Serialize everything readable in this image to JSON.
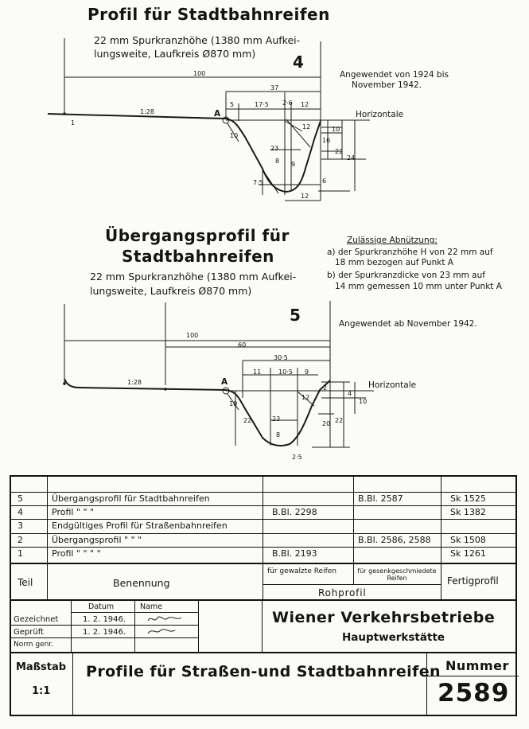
{
  "profile4": {
    "title": "Profil für Stadtbahnreifen",
    "subtitle_line1": "22 mm Spurkranzhöhe (1380 mm Aufkei-",
    "subtitle_line2": "lungsweite, Laufkreis Ø870 mm)",
    "number": "4",
    "applied_line1": "Angewendet von 1924 bis",
    "applied_line2": "November 1942.",
    "horizontal_label": "Horizontale",
    "point_label": "A",
    "slope_label": "1:28",
    "dims": {
      "d100": "100",
      "d37": "37",
      "d5": "5",
      "d17_5": "17·5",
      "d2_6": "2·6",
      "d12_top": "12",
      "d1": "1",
      "d10": "10",
      "d12_r": "12",
      "d16": "16",
      "d22": "22",
      "d24": "24",
      "d23": "23",
      "d8": "8",
      "d9": "9",
      "d7_5": "7·5",
      "d6": "6",
      "d12_bot": "12"
    }
  },
  "profile5": {
    "title_line1": "Übergangsprofil für",
    "title_line2": "Stadtbahnreifen",
    "subtitle_line1": "22 mm Spurkranzhöhe (1380 mm Aufkei-",
    "subtitle_line2": "lungsweite, Laufkreis Ø870 mm)",
    "number": "5",
    "applied": "Angewendet ab November 1942.",
    "horizontal_label": "Horizontale",
    "point_label": "A",
    "slope_label": "1:28",
    "dims": {
      "d100": "100",
      "d60": "60",
      "d30_5": "30·5",
      "d11": "11",
      "d10_5": "10·5",
      "d9": "9",
      "d2": "2",
      "d4": "4",
      "d10": "10",
      "d12": "12",
      "d22_l": "22",
      "d23": "23",
      "d8": "8",
      "d20": "20",
      "d22_r": "22",
      "d2_5": "2·5"
    }
  },
  "wear": {
    "heading": "Zulässige Abnützung:",
    "line_a1": "a) der Spurkranzhöhe H von 22 mm auf",
    "line_a2": "18 mm bezogen auf Punkt A",
    "line_b1": "b) der Spurkranzdicke von 23 mm auf",
    "line_b2": "14 mm gemessen 10 mm unter Punkt A"
  },
  "table": {
    "rows": [
      {
        "teil": "5",
        "name": "Übergangsprofil für Stadtbahnreifen",
        "gewalzt": "",
        "gesenk": "B.Bl. 2587",
        "fertig": "Sk 1525"
      },
      {
        "teil": "4",
        "name": "Profil        \"      \"      \"",
        "gewalzt": "B.Bl. 2298",
        "gesenk": "",
        "fertig": "Sk 1382"
      },
      {
        "teil": "3",
        "name": "Endgültiges Profil für Straßenbahnreifen",
        "gewalzt": "",
        "gesenk": "",
        "fertig": ""
      },
      {
        "teil": "2",
        "name": "Übergangsprofil     \"      \"      \"",
        "gewalzt": "",
        "gesenk": "B.Bl. 2586, 2588",
        "fertig": "Sk 1508"
      },
      {
        "teil": "1",
        "name": "Profil        \"      \"      \"      \"",
        "gewalzt": "B.Bl. 2193",
        "gesenk": "",
        "fertig": "Sk 1261"
      }
    ],
    "header_teil": "Teil",
    "header_benennung": "Benennung",
    "header_gewalzt": "für gewalzte Reifen",
    "header_gesenk": "für gesenkgeschmiedete Reifen",
    "header_rohprofil": "Rohprofil",
    "header_fertig": "Fertigprofil"
  },
  "signoff": {
    "col_datum": "Datum",
    "col_name": "Name",
    "row1_label": "Gezeichnet",
    "row1_date": "1. 2. 1946.",
    "row2_label": "Geprüft",
    "row2_date": "1. 2. 1946.",
    "row3_label": "Norm genr."
  },
  "company_line1": "Wiener Verkehrsbetriebe",
  "company_line2": "Hauptwerkstätte",
  "scale_label": "Maßstab",
  "scale_value": "1:1",
  "drawing_title": "Profile für Straßen-und Stadtbahnreifen",
  "number_label": "Nummer",
  "number_value": "2589"
}
